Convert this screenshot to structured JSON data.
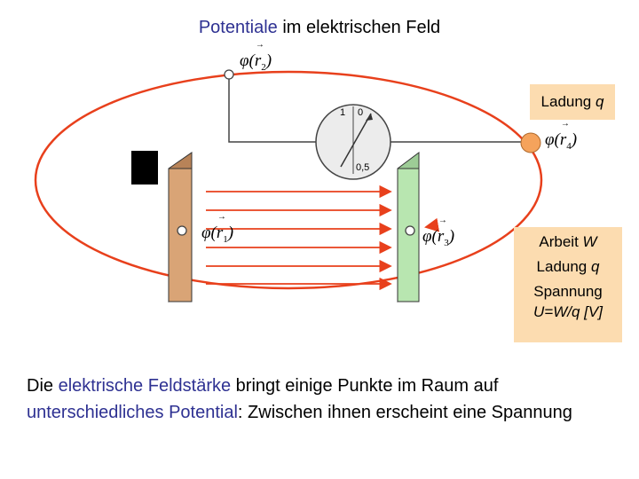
{
  "title": {
    "part1": "Potentiale",
    "part2": " im elektrischen Feld"
  },
  "labels": {
    "phi_r2": {
      "symbol": "φ(",
      "var": "r",
      "sub": "2",
      "close": ")"
    },
    "phi_r4": {
      "symbol": "φ(",
      "var": "r",
      "sub": "4",
      "close": ")"
    },
    "phi_r1": {
      "symbol": "φ(",
      "var": "r",
      "sub": "1",
      "close": ")"
    },
    "phi_r3": {
      "symbol": "φ(",
      "var": "r",
      "sub": "3",
      "close": ")"
    }
  },
  "meter": {
    "left": "1",
    "right": "0",
    "bottom": "0,5"
  },
  "charge_box": {
    "text": "Ladung",
    "var": "q"
  },
  "info_box": {
    "line1": "Arbeit",
    "line1_var": "W",
    "line2": "Ladung",
    "line2_var": "q",
    "line3": "Spannung",
    "line4": "U=W/q [V]"
  },
  "description": {
    "p1": "Die ",
    "p2": "elektrische Feldstärke",
    "p3": " bringt einige Punkte im Raum auf ",
    "p4": "unterschiedliches Potential",
    "p5": ": Zwischen ihnen erscheint eine Spannung"
  },
  "colors": {
    "title_accent": "#2e3192",
    "field_lines": "#e8401c",
    "left_plate": "#d9a476",
    "right_plate": "#b8e6b0",
    "box_fill": "#fcdcb0",
    "charge_ball": "#f5a35c"
  }
}
